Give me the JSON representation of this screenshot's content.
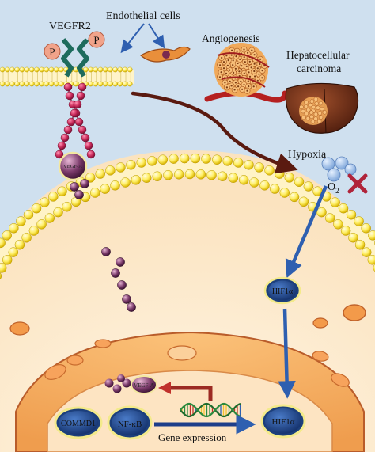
{
  "labels": {
    "vegfr2": "VEGFR2",
    "endothelial_cells": "Endothelial cells",
    "angiogenesis": "Angiogenesis",
    "hepatocellular_carcinoma_line1": "Hepatocellular",
    "hepatocellular_carcinoma_line2": "carcinoma",
    "hypoxia": "Hypoxia",
    "o2": "O",
    "o2_subscript": "2",
    "phospho_left": "P",
    "phospho_right": "P",
    "vegfa_receptor_bound": "VEGF-A",
    "hif1a_cytoplasm": "HIF1α",
    "vegfa_nucleus": "VEGF-A",
    "commd1": "COMMD1",
    "nfkb": "NF-κB",
    "hif1a_nucleus": "HIF1α",
    "gene_expression": "Gene expression"
  },
  "colors": {
    "background_blue": "#cfe0ef",
    "cytoplasm": "#fcecd0",
    "nucleus_orange": "#f6b56b",
    "nucleus_inner": "#fde4c2",
    "membrane_yellow": "#fff27a",
    "receptor_pink": "#c82a5a",
    "receptor_green": "#1d6b5c",
    "arrow_brown": "#5a1a10",
    "arrow_blue": "#2e5fb0",
    "arrow_red": "#c0312b",
    "vegfa_purple": "#7a3a6a",
    "complex_blue": "#1c3f7c",
    "x_mark": "#b0243a"
  }
}
